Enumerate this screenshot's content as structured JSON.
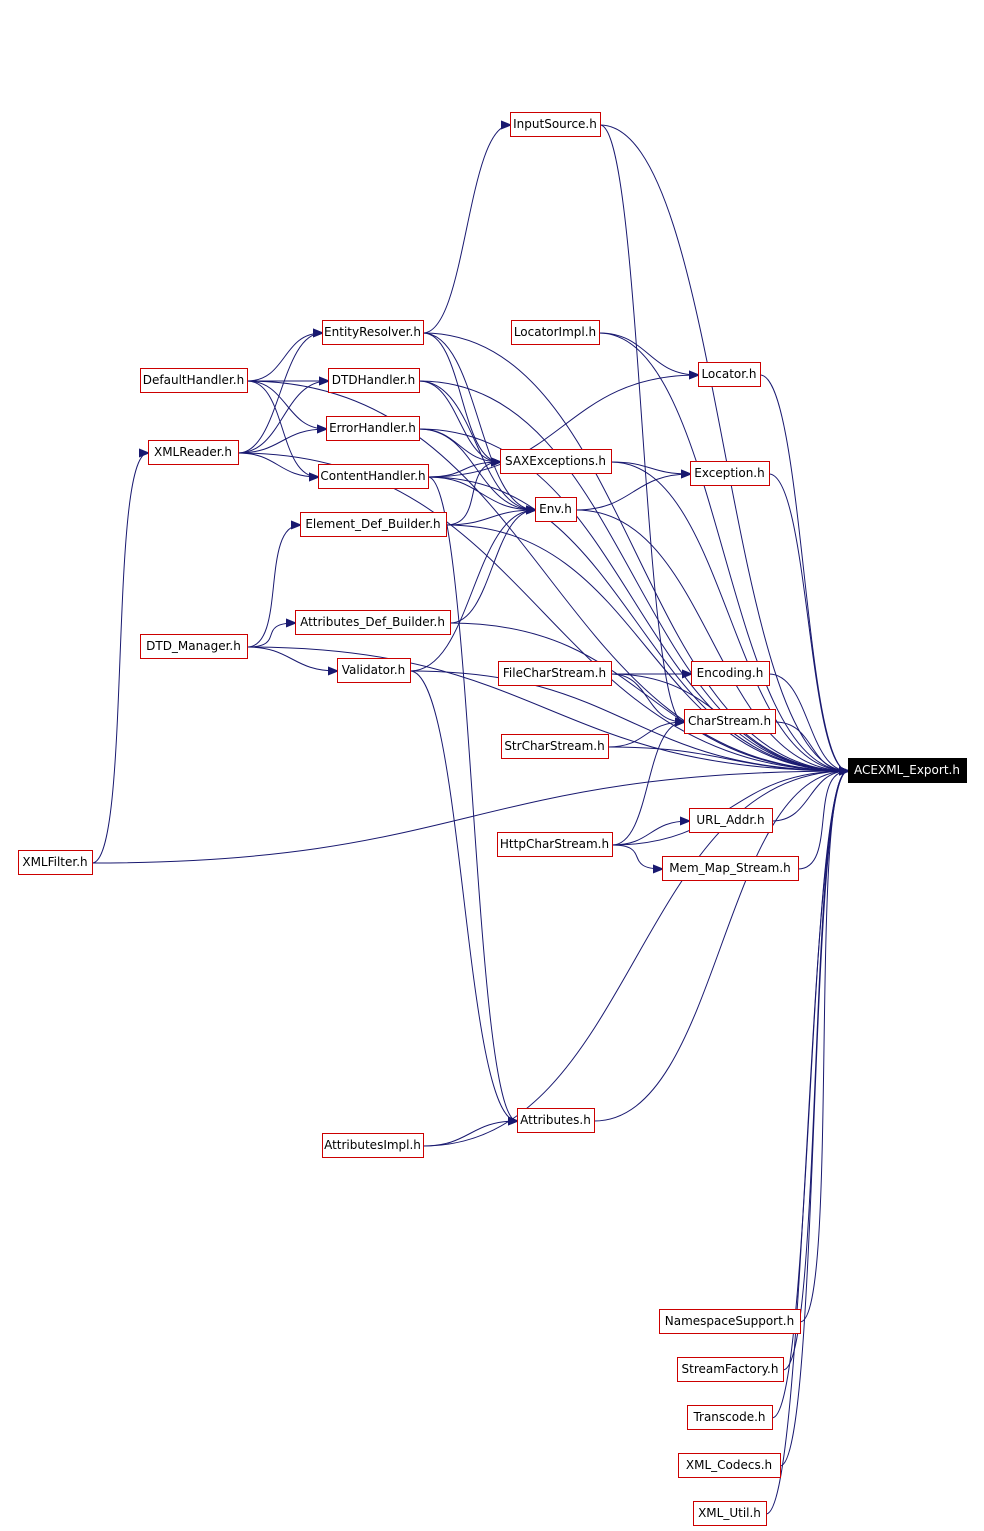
{
  "diagram": {
    "root": "ACEXML_Export.h",
    "nodes": [
      {
        "id": "xmlfilter",
        "label": "XMLFilter.h"
      },
      {
        "id": "xmlreader",
        "label": "XMLReader.h"
      },
      {
        "id": "defaulthandler",
        "label": "DefaultHandler.h"
      },
      {
        "id": "dtdmanager",
        "label": "DTD_Manager.h"
      },
      {
        "id": "entityresolver",
        "label": "EntityResolver.h"
      },
      {
        "id": "dtdhandler",
        "label": "DTDHandler.h"
      },
      {
        "id": "errorhandler",
        "label": "ErrorHandler.h"
      },
      {
        "id": "contenthandler",
        "label": "ContentHandler.h"
      },
      {
        "id": "elementdefbuilder",
        "label": "Element_Def_Builder.h"
      },
      {
        "id": "attributesdefbuilder",
        "label": "Attributes_Def_Builder.h"
      },
      {
        "id": "validator",
        "label": "Validator.h"
      },
      {
        "id": "attributesimpl",
        "label": "AttributesImpl.h"
      },
      {
        "id": "inputsource",
        "label": "InputSource.h"
      },
      {
        "id": "locatorimpl",
        "label": "LocatorImpl.h"
      },
      {
        "id": "saxexceptions",
        "label": "SAXExceptions.h"
      },
      {
        "id": "env",
        "label": "Env.h"
      },
      {
        "id": "filecharstream",
        "label": "FileCharStream.h"
      },
      {
        "id": "strcharstream",
        "label": "StrCharStream.h"
      },
      {
        "id": "httpcharstream",
        "label": "HttpCharStream.h"
      },
      {
        "id": "attributes",
        "label": "Attributes.h"
      },
      {
        "id": "locator",
        "label": "Locator.h"
      },
      {
        "id": "exception",
        "label": "Exception.h"
      },
      {
        "id": "encoding",
        "label": "Encoding.h"
      },
      {
        "id": "charstream",
        "label": "CharStream.h"
      },
      {
        "id": "urladdr",
        "label": "URL_Addr.h"
      },
      {
        "id": "memmapstream",
        "label": "Mem_Map_Stream.h"
      },
      {
        "id": "namespacesupport",
        "label": "NamespaceSupport.h"
      },
      {
        "id": "streamfactory",
        "label": "StreamFactory.h"
      },
      {
        "id": "transcode",
        "label": "Transcode.h"
      },
      {
        "id": "xmlcodecs",
        "label": "XML_Codecs.h"
      },
      {
        "id": "xmlutil",
        "label": "XML_Util.h"
      },
      {
        "id": "acexmlexport",
        "label": "ACEXML_Export.h"
      }
    ],
    "edges": [
      [
        "xmlfilter",
        "xmlreader"
      ],
      [
        "xmlfilter",
        "acexmlexport"
      ],
      [
        "xmlreader",
        "entityresolver"
      ],
      [
        "xmlreader",
        "dtdhandler"
      ],
      [
        "xmlreader",
        "errorhandler"
      ],
      [
        "xmlreader",
        "contenthandler"
      ],
      [
        "xmlreader",
        "acexmlexport"
      ],
      [
        "defaulthandler",
        "entityresolver"
      ],
      [
        "defaulthandler",
        "dtdhandler"
      ],
      [
        "defaulthandler",
        "errorhandler"
      ],
      [
        "defaulthandler",
        "contenthandler"
      ],
      [
        "defaulthandler",
        "acexmlexport"
      ],
      [
        "dtdmanager",
        "elementdefbuilder"
      ],
      [
        "dtdmanager",
        "attributesdefbuilder"
      ],
      [
        "dtdmanager",
        "validator"
      ],
      [
        "dtdmanager",
        "acexmlexport"
      ],
      [
        "entityresolver",
        "inputsource"
      ],
      [
        "entityresolver",
        "saxexceptions"
      ],
      [
        "entityresolver",
        "env"
      ],
      [
        "entityresolver",
        "acexmlexport"
      ],
      [
        "dtdhandler",
        "saxexceptions"
      ],
      [
        "dtdhandler",
        "env"
      ],
      [
        "dtdhandler",
        "acexmlexport"
      ],
      [
        "errorhandler",
        "saxexceptions"
      ],
      [
        "errorhandler",
        "env"
      ],
      [
        "errorhandler",
        "acexmlexport"
      ],
      [
        "contenthandler",
        "saxexceptions"
      ],
      [
        "contenthandler",
        "env"
      ],
      [
        "contenthandler",
        "locator"
      ],
      [
        "contenthandler",
        "attributes"
      ],
      [
        "contenthandler",
        "acexmlexport"
      ],
      [
        "elementdefbuilder",
        "saxexceptions"
      ],
      [
        "elementdefbuilder",
        "env"
      ],
      [
        "elementdefbuilder",
        "acexmlexport"
      ],
      [
        "attributesdefbuilder",
        "env"
      ],
      [
        "attributesdefbuilder",
        "acexmlexport"
      ],
      [
        "validator",
        "attributes"
      ],
      [
        "validator",
        "env"
      ],
      [
        "validator",
        "acexmlexport"
      ],
      [
        "attributesimpl",
        "attributes"
      ],
      [
        "attributesimpl",
        "acexmlexport"
      ],
      [
        "inputsource",
        "charstream"
      ],
      [
        "inputsource",
        "acexmlexport"
      ],
      [
        "locatorimpl",
        "locator"
      ],
      [
        "locatorimpl",
        "acexmlexport"
      ],
      [
        "saxexceptions",
        "exception"
      ],
      [
        "saxexceptions",
        "acexmlexport"
      ],
      [
        "env",
        "exception"
      ],
      [
        "env",
        "acexmlexport"
      ],
      [
        "filecharstream",
        "encoding"
      ],
      [
        "filecharstream",
        "charstream"
      ],
      [
        "filecharstream",
        "acexmlexport"
      ],
      [
        "strcharstream",
        "charstream"
      ],
      [
        "strcharstream",
        "acexmlexport"
      ],
      [
        "httpcharstream",
        "charstream"
      ],
      [
        "httpcharstream",
        "urladdr"
      ],
      [
        "httpcharstream",
        "memmapstream"
      ],
      [
        "httpcharstream",
        "acexmlexport"
      ],
      [
        "attributes",
        "acexmlexport"
      ],
      [
        "locator",
        "acexmlexport"
      ],
      [
        "exception",
        "acexmlexport"
      ],
      [
        "encoding",
        "acexmlexport"
      ],
      [
        "charstream",
        "acexmlexport"
      ],
      [
        "urladdr",
        "acexmlexport"
      ],
      [
        "memmapstream",
        "acexmlexport"
      ],
      [
        "namespacesupport",
        "acexmlexport"
      ],
      [
        "streamfactory",
        "acexmlexport"
      ],
      [
        "transcode",
        "acexmlexport"
      ],
      [
        "xmlcodecs",
        "acexmlexport"
      ],
      [
        "xmlutil",
        "acexmlexport"
      ]
    ]
  }
}
